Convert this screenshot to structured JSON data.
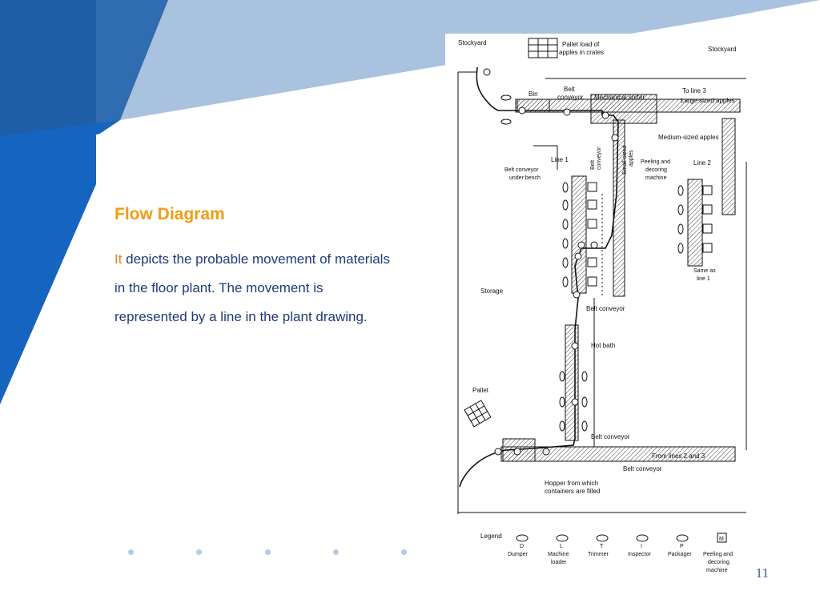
{
  "slide": {
    "title": "Flow Diagram",
    "body_lead": "It",
    "body_rest": " depicts the probable movement of materials in the floor plant. The movement is represented by a line in the plant drawing.",
    "page_number": "11"
  },
  "figure": {
    "labels": {
      "stockyard_left": "Stockyard",
      "pallet_load": "Pallet load of",
      "pallet_load2": "apples in crates",
      "stockyard_right": "Stockyard",
      "bin": "Bin",
      "belt_conveyor_top": "Belt",
      "belt_conveyor_top2": "conveyor",
      "mechanical_sorter": "Mechanical sorter",
      "to_line3": "To line 3",
      "large_apples": "Large-sized apples",
      "medium_apples": "Medium-sized apples",
      "line1": "Line 1",
      "line2": "Line 2",
      "belt_vertical": "Belt",
      "belt_vertical2": "conveyor",
      "small_apples": "Small-sized",
      "small_apples2": "apples",
      "belt_under_bench": "Belt conveyor",
      "belt_under_bench2": "under bench",
      "peeling_machine": "Peeling and",
      "peeling_machine2": "decoring",
      "peeling_machine3": "machine",
      "same_as_line1": "Same as",
      "same_as_line1b": "line 1",
      "storage": "Storage",
      "belt_conveyor_mid": "Belt conveyor",
      "hot_bath": "Hot bath",
      "pallet": "Pallet",
      "belt_conveyor_low": "Belt conveyor",
      "from_lines": "From lines 2 and 3",
      "belt_conveyor_bottom": "Belt conveyor",
      "hopper": "Hopper from which",
      "hopper2": "containers are filled",
      "legend": "Legend"
    },
    "legend": [
      {
        "symbol": "D",
        "name": "Dumper"
      },
      {
        "symbol": "L",
        "name": "Machine",
        "name2": "loader"
      },
      {
        "symbol": "T",
        "name": "Trimmer"
      },
      {
        "symbol": "I",
        "name": "Inspector"
      },
      {
        "symbol": "P",
        "name": "Packager"
      },
      {
        "symbol": "M",
        "name": "Peeling and",
        "name2": "decoring",
        "name3": "machine"
      }
    ]
  }
}
